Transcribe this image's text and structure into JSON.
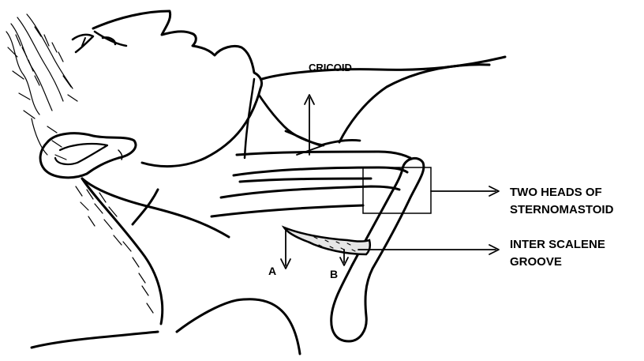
{
  "labels": {
    "cricoid": "CRICOID",
    "two_heads_line1": "TWO HEADS OF",
    "two_heads_line2": "STERNOMASTOID",
    "inter_scalene_line1": "INTER SCALENE",
    "inter_scalene_line2": "GROOVE",
    "point_a": "A",
    "point_b": "B"
  },
  "colors": {
    "ink": "#000000",
    "background": "#ffffff"
  }
}
